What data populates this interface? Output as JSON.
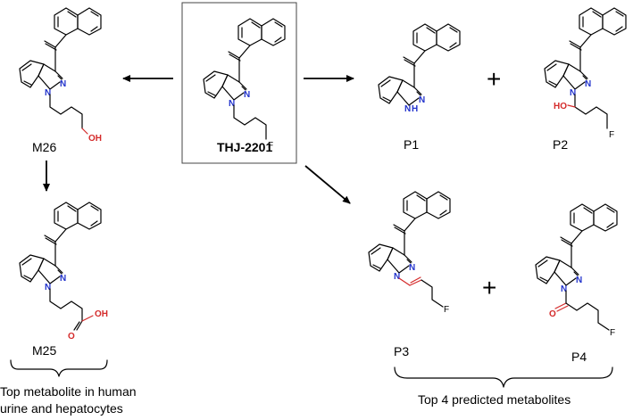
{
  "compounds": {
    "parent": {
      "label": "THJ-2201"
    },
    "m26": {
      "label": "M26",
      "hydroxyl": "OH"
    },
    "m25": {
      "label": "M25",
      "carbonyl": "O",
      "hydroxyl": "OH"
    },
    "p1": {
      "label": "P1",
      "nh": "N",
      "h": "H"
    },
    "p2": {
      "label": "P2",
      "hydroxyl": "HO"
    },
    "p3": {
      "label": "P3"
    },
    "p4": {
      "label": "P4",
      "carbonyl": "O"
    }
  },
  "atoms": {
    "nitrogen": "N",
    "oxygen": "O",
    "fluorine": "F"
  },
  "operators": {
    "plus": "+"
  },
  "groups": {
    "observed": "Top metabolite in human\nurine and hepatocytes",
    "predicted": "Top 4 predicted metabolites"
  },
  "colors": {
    "heteroatom_red": "#d42a2a",
    "nitrogen_blue": "#2233cc",
    "bond": "#000000"
  }
}
